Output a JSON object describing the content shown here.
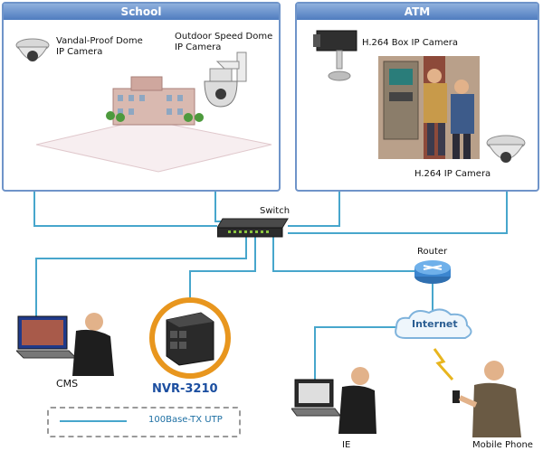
{
  "zones": {
    "school": {
      "title": "School"
    },
    "atm": {
      "title": "ATM"
    }
  },
  "devices": {
    "vandal_dome": {
      "line1": "Vandal-Proof Dome",
      "line2": "IP Camera"
    },
    "speed_dome": {
      "line1": "Outdoor Speed Dome",
      "line2": "IP Camera"
    },
    "box_camera": {
      "label": "H.264 Box IP Camera"
    },
    "ip_camera": {
      "label": "H.264 IP Camera"
    },
    "switch": {
      "label": "Switch"
    },
    "router": {
      "label": "Router"
    },
    "internet": {
      "label": "Internet"
    },
    "cms": {
      "label": "CMS"
    },
    "nvr": {
      "label": "NVR-3210"
    },
    "ie": {
      "label": "IE"
    },
    "mobile": {
      "label": "Mobile Phone"
    }
  },
  "legend": {
    "label": "100Base-TX UTP"
  },
  "colors": {
    "link": "#47a6cc",
    "zone_border": "#6f94c9",
    "nvr_ring": "#e8961e",
    "nvr_text": "#1b4ea0"
  }
}
